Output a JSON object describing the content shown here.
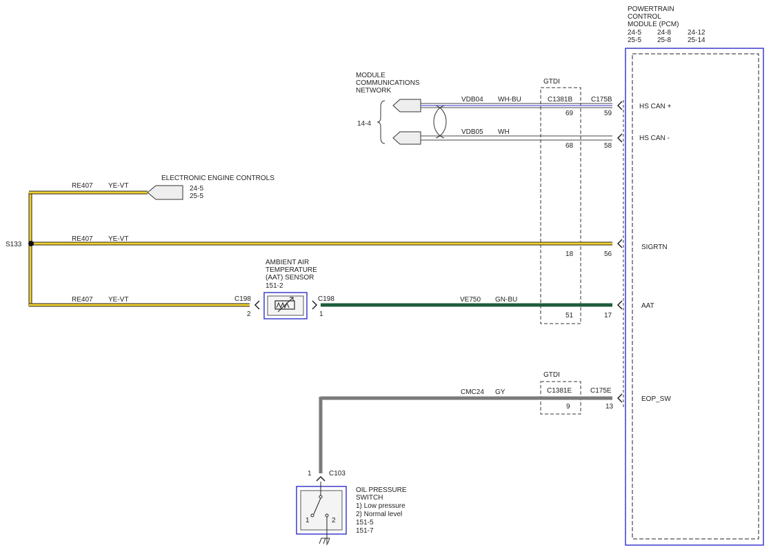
{
  "pcm": {
    "title": [
      "POWERTRAIN",
      "CONTROL",
      "MODULE (PCM)"
    ],
    "refs_row1": [
      "24-5",
      "24-8",
      "24-12"
    ],
    "refs_row2": [
      "25-5",
      "25-8",
      "25-14"
    ],
    "pins": {
      "hs_can_plus": "HS CAN +",
      "hs_can_minus": "HS CAN -",
      "sigrtn": "SIGRTN",
      "aat": "AAT",
      "eop_sw": "EOP_SW"
    }
  },
  "network": {
    "title": [
      "MODULE",
      "COMMUNICATIONS",
      "NETWORK"
    ],
    "ref": "14-4",
    "wire1": {
      "circuit": "VDB04",
      "color": "WH-BU",
      "pin_gtdi": "69",
      "pin_pcm": "59"
    },
    "wire2": {
      "circuit": "VDB05",
      "color": "WH",
      "pin_gtdi": "68",
      "pin_pcm": "58"
    }
  },
  "gtdi_upper": {
    "label": "GTDI",
    "connector": "C1381B",
    "pcm_connector": "C175B"
  },
  "gtdi_lower": {
    "label": "GTDI",
    "connector": "C1381E",
    "pcm_connector": "C175E",
    "pin_gtdi": "9",
    "pin_pcm": "13"
  },
  "eec": {
    "title": "ELECTRONIC ENGINE CONTROLS",
    "refs": [
      "24-5",
      "25-5"
    ]
  },
  "splice": "S133",
  "re407": {
    "circuit": "RE407",
    "color": "YE-VT"
  },
  "sigrtn_pins": {
    "gtdi": "18",
    "pcm": "56"
  },
  "aat_sensor": {
    "title": [
      "AMBIENT AIR",
      "TEMPERATURE",
      "(AAT) SENSOR"
    ],
    "ref": "151-2",
    "connector": "C198",
    "pin_in": "2",
    "pin_out": "1"
  },
  "ve750": {
    "circuit": "VE750",
    "color": "GN-BU",
    "pin_gtdi": "51",
    "pin_pcm": "17"
  },
  "cmc24": {
    "circuit": "CMC24",
    "color": "GY"
  },
  "oil_switch": {
    "connector": "C103",
    "pin": "1",
    "title": [
      "OIL PRESSURE",
      "SWITCH"
    ],
    "states": [
      "1) Low pressure",
      "2) Normal level"
    ],
    "refs": [
      "151-5",
      "151-7"
    ],
    "contact1": "1",
    "contact2": "2"
  },
  "colors": {
    "yellow": "#f2d22e",
    "green": "#1d5c3c",
    "gray": "#7a7a7a",
    "blue_box": "#3a3acc"
  }
}
